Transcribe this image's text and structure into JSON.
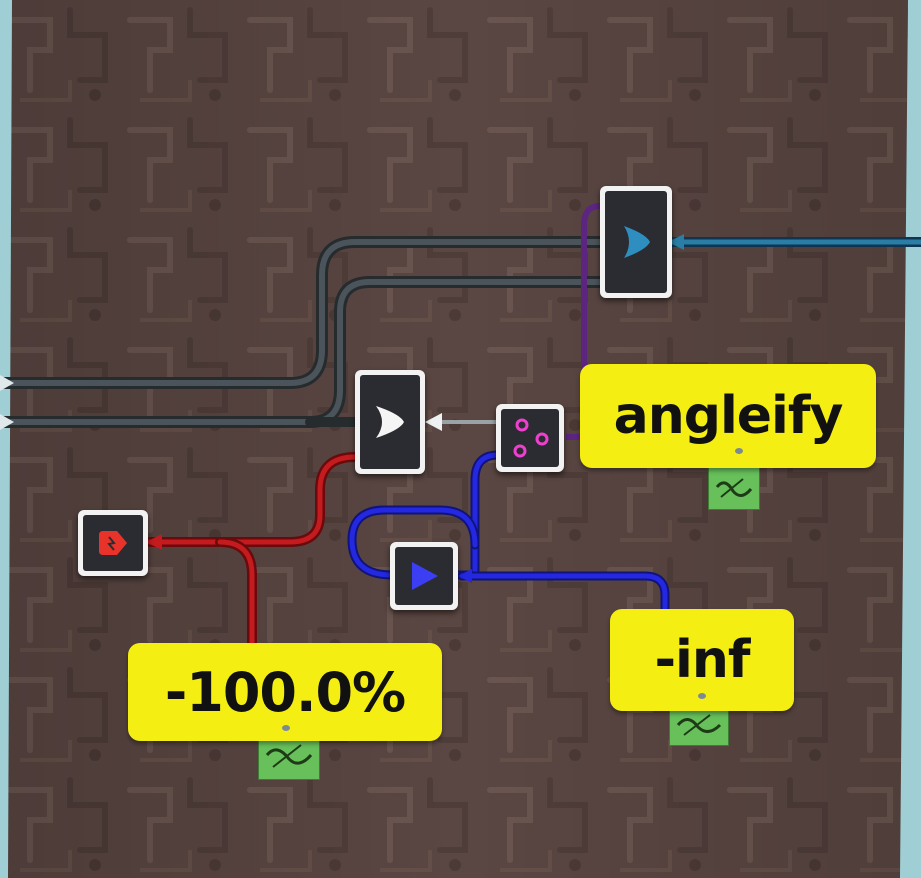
{
  "labels": {
    "angleify": "angleify",
    "neg_inf": "-inf",
    "percent": "-100.0%"
  },
  "icons": {
    "top_node": "blue-chevron-icon",
    "mid_node": "white-chevron-icon",
    "combiner": "pink-circles-icon",
    "play_node": "blue-play-icon",
    "red_node": "red-damage-icon",
    "tag": "green-tag-icon"
  },
  "colors": {
    "board": "#5a4642",
    "wire_dark": "#3a4347",
    "wire_blue_out": "#1e6a8a",
    "wire_purple": "#5b2580",
    "wire_blue": "#1e23d6",
    "wire_red": "#b6181c",
    "sign": "#f4ee12",
    "tag": "#67c05a"
  }
}
